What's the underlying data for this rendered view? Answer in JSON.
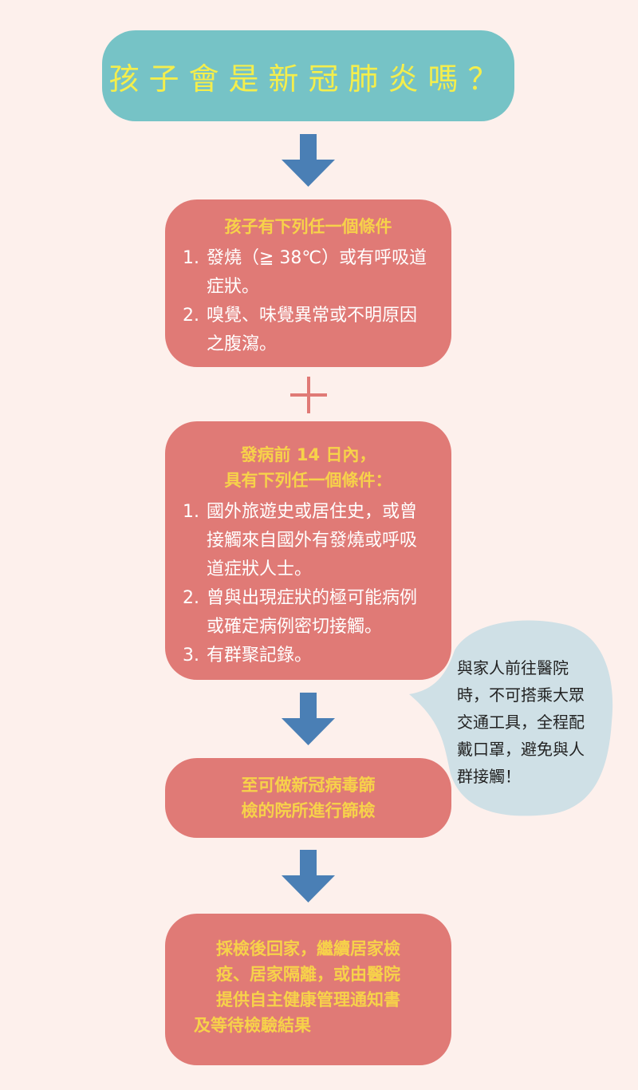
{
  "title": "孩子會是新冠肺炎嗎？",
  "colors": {
    "background": "#fdf0ec",
    "title_box": "#76c3c6",
    "step_box": "#e07a76",
    "arrow": "#4a7fb5",
    "bubble": "#cfe0e6",
    "heading_text": "#f7d24a"
  },
  "step1": {
    "heading": "孩子有下列任一個條件",
    "items": [
      {
        "num": "1.",
        "text": "發燒（≧ 38℃）或有呼吸道症狀。"
      },
      {
        "num": "2.",
        "text": "嗅覺、味覺異常或不明原因之腹瀉。"
      }
    ]
  },
  "connector": "plus-icon",
  "step2": {
    "heading_line1": "發病前 14 日內，",
    "heading_line2": "具有下列任一個條件：",
    "items": [
      {
        "num": "1.",
        "text": "國外旅遊史或居住史，或曾接觸來自國外有發燒或呼吸道症狀人士。"
      },
      {
        "num": "2.",
        "text": "曾與出現症狀的極可能病例或確定病例密切接觸。"
      },
      {
        "num": "3.",
        "text": "有群聚記錄。"
      }
    ]
  },
  "step3": {
    "heading_line1": "至可做新冠病毒篩",
    "heading_line2": "檢的院所進行篩檢"
  },
  "step4": {
    "lines": [
      "採檢後回家，繼續居家檢",
      "疫、居家隔離，或由醫院",
      "提供自主健康管理通知書",
      "及等待檢驗結果"
    ]
  },
  "bubble": {
    "text": "與家人前往醫院時，不可搭乘大眾交通工具，全程配戴口罩，避免與人群接觸！"
  }
}
